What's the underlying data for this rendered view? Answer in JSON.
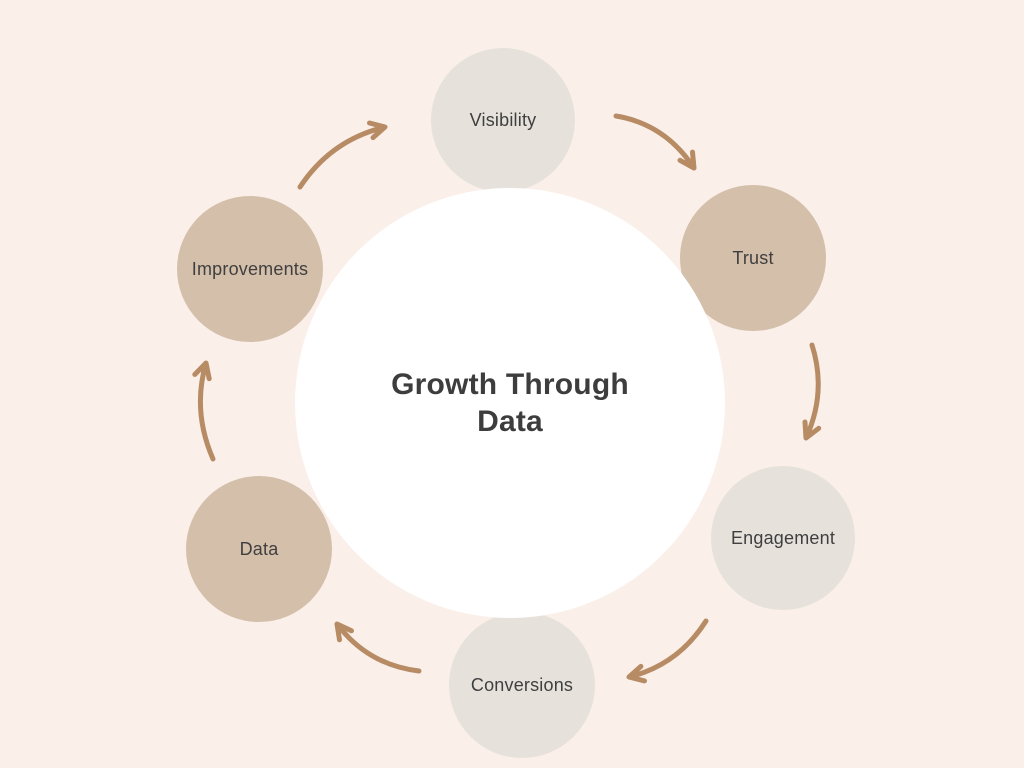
{
  "colors": {
    "background": "#faefe9",
    "center_circle": "#ffffff",
    "arrow": "#b78b64",
    "title_text": "#3d3d3d",
    "label_text": "#3f3f3f"
  },
  "diagram": {
    "type": "cycle",
    "center_title": "Growth Through Data",
    "nodes": [
      {
        "label": "Visibility",
        "color": "#e6e2db"
      },
      {
        "label": "Trust",
        "color": "#d4bfaa"
      },
      {
        "label": "Engagement",
        "color": "#e6e2db"
      },
      {
        "label": "Conversions",
        "color": "#e6e2db"
      },
      {
        "label": "Data",
        "color": "#d4bfaa"
      },
      {
        "label": "Improvements",
        "color": "#d4bfaa"
      }
    ],
    "flow_order": [
      "Visibility",
      "Trust",
      "Engagement",
      "Conversions",
      "Data",
      "Improvements"
    ],
    "connections": [
      {
        "from": "Visibility",
        "to": "Trust"
      },
      {
        "from": "Trust",
        "to": "Engagement"
      },
      {
        "from": "Engagement",
        "to": "Conversions"
      },
      {
        "from": "Conversions",
        "to": "Data"
      },
      {
        "from": "Data",
        "to": "Improvements"
      },
      {
        "from": "Improvements",
        "to": "Visibility"
      }
    ]
  }
}
